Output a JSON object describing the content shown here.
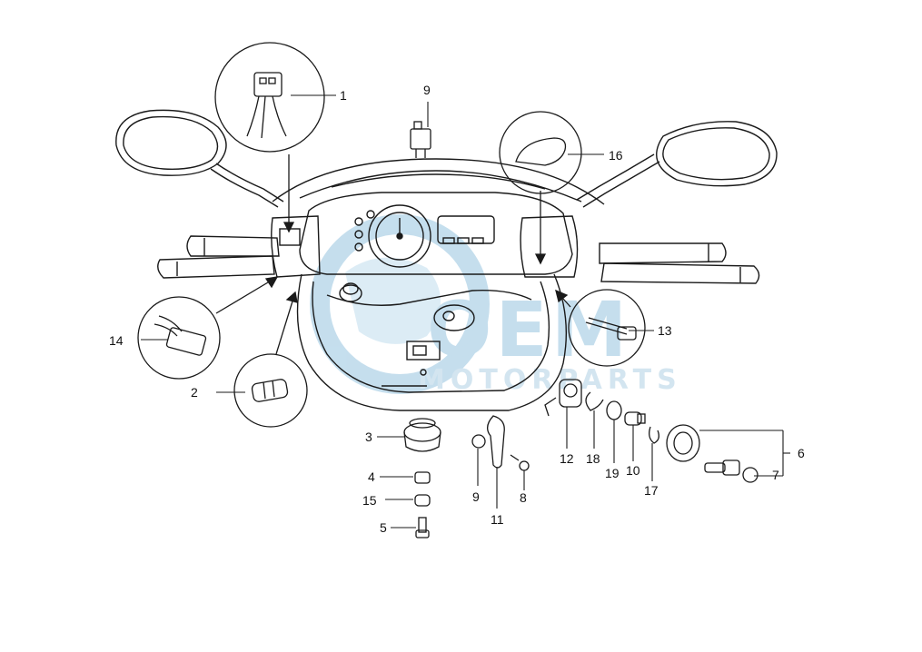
{
  "watermark": {
    "brand": "OEM",
    "tagline": "MOTORPARTS",
    "color": "#7fb8d9"
  },
  "line_color": "#1a1a1a",
  "callouts": [
    {
      "id": "1",
      "text": "1"
    },
    {
      "id": "2",
      "text": "2"
    },
    {
      "id": "3",
      "text": "3"
    },
    {
      "id": "4",
      "text": "4"
    },
    {
      "id": "5",
      "text": "5"
    },
    {
      "id": "6",
      "text": "6"
    },
    {
      "id": "7",
      "text": "7"
    },
    {
      "id": "8",
      "text": "8"
    },
    {
      "id": "9a",
      "text": "9"
    },
    {
      "id": "9b",
      "text": "9"
    },
    {
      "id": "10",
      "text": "10"
    },
    {
      "id": "11",
      "text": "11"
    },
    {
      "id": "12",
      "text": "12"
    },
    {
      "id": "13",
      "text": "13"
    },
    {
      "id": "14",
      "text": "14"
    },
    {
      "id": "15",
      "text": "15"
    },
    {
      "id": "16",
      "text": "16"
    },
    {
      "id": "17",
      "text": "17"
    },
    {
      "id": "18",
      "text": "18"
    },
    {
      "id": "19",
      "text": "19"
    }
  ]
}
